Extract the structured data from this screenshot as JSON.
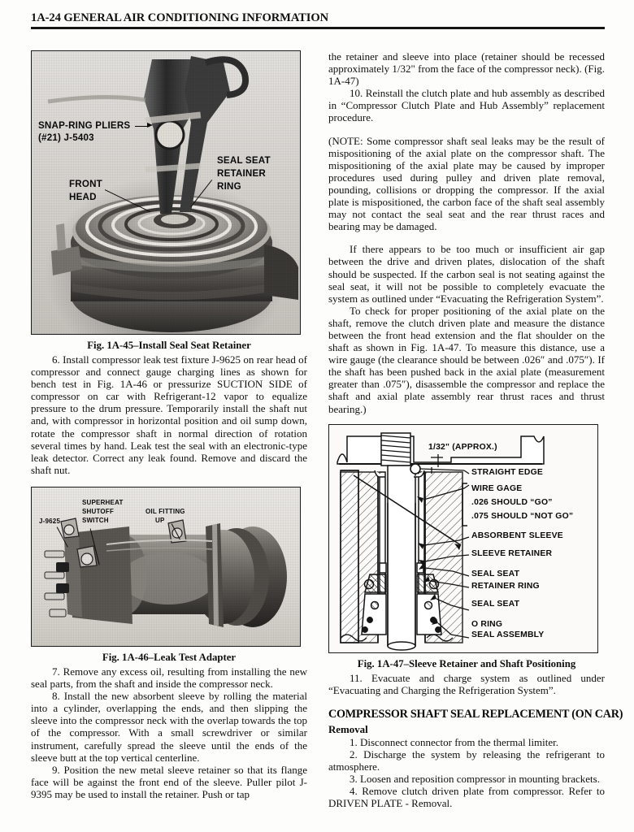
{
  "header": {
    "title": "1A-24 GENERAL AIR CONDITIONING INFORMATION"
  },
  "left_column": {
    "fig_1a45": {
      "caption": "Fig. 1A-45–Install Seal Seat Retainer",
      "labels": {
        "pliers_l1": "SNAP-RING PLIERS",
        "pliers_l2": "(#21) J-5403",
        "seal_seat_l1": "SEAL SEAT",
        "seal_seat_l2": "RETAINER",
        "seal_seat_l3": "RING",
        "front_head_l1": "FRONT",
        "front_head_l2": "HEAD"
      }
    },
    "step_6": "6. Install compressor leak test fixture J-9625 on rear head of compressor and connect gauge charging lines as shown for bench test in Fig. 1A-46 or pressurize SUCTION SIDE of compressor on car with Refrigerant-12 vapor to equalize pressure to the drum pressure. Temporarily install the shaft nut and, with compressor in horizontal position and oil sump down, rotate the compressor shaft in normal direction of rotation several times by hand. Leak test the seal with an electronic-type leak detector. Correct any leak found. Remove and discard the shaft nut.",
    "fig_1a46": {
      "caption": "Fig. 1A-46–Leak Test Adapter",
      "labels": {
        "tool": "J-9625",
        "switch_l1": "SUPERHEAT",
        "switch_l2": "SHUTOFF",
        "switch_l3": "SWITCH",
        "oil_l1": "OIL FITTING",
        "oil_l2": "UP"
      }
    },
    "step_7": "7. Remove any excess oil, resulting from installing the new seal parts, from the shaft and inside the compressor neck.",
    "step_8": "8. Install the new absorbent sleeve by rolling the material into a cylinder, overlapping the ends, and then slipping the sleeve into the compressor neck with the overlap towards the top of the compressor. With a small screwdriver or similar instrument, carefully spread the sleeve until the ends of the sleeve butt at the top vertical centerline.",
    "step_9": "9. Position the new metal sleeve retainer so that its flange face will be against the front end of the sleeve. Puller pilot J-9395 may be used to install the retainer. Push or tap"
  },
  "right_column": {
    "continuation": "the retainer and sleeve into place (retainer should be recessed approximately 1/32\" from the face of the compressor neck). (Fig. 1A-47)",
    "step_10": "10. Reinstall the clutch plate and hub assembly as described in “Compressor Clutch Plate and Hub Assembly” replacement procedure.",
    "note": "(NOTE: Some compressor shaft seal leaks may be the result of mispositioning of the axial plate on the compressor shaft. The mispositioning of the axial plate may be caused by improper procedures used during pulley and driven plate removal, pounding, collisions or dropping the compressor. If the axial plate is mispositioned, the carbon face of the shaft seal assembly may not contact the seal seat and the rear thrust races and bearing may be damaged.",
    "note_p2": "If there appears to be too much or insufficient air gap between the drive and driven plates, dislocation of the shaft should be suspected. If the carbon seal is not seating against the seal seat, it will not be possible to completely evacuate the system as outlined under “Evacuating the Refrigeration System”.",
    "note_p3": "To check for proper positioning of the axial plate on the shaft, remove the clutch driven plate and measure the distance between the front head extension and the flat shoulder on the shaft as shown in Fig. 1A-47. To measure this distance, use a wire gauge (the clearance should be between .026″ and .075″). If the shaft has been pushed back in the axial plate (measurement greater than .075″), disassemble the compressor and replace the shaft and axial plate assembly rear thrust races and thrust bearing.)",
    "fig_1a47": {
      "caption": "Fig. 1A-47–Sleeve Retainer and Shaft Positioning",
      "labels": {
        "dim": "1/32\" (APPROX.)",
        "straight_edge": "STRAIGHT EDGE",
        "wire_gage": "WIRE GAGE",
        "go": ".026 SHOULD “GO”",
        "not_go": ".075 SHOULD “NOT GO”",
        "absorbent_sleeve": "ABSORBENT SLEEVE",
        "sleeve_retainer": "SLEEVE RETAINER",
        "seal_seat_ring_l1": "SEAL SEAT",
        "seal_seat_ring_l2": "RETAINER RING",
        "seal_seat": "SEAL SEAT",
        "o_ring": "O RING",
        "seal_assembly": "SEAL ASSEMBLY"
      }
    },
    "step_11": "11. Evacuate and charge system as outlined under “Evacuating and Charging the Refrigeration System”.",
    "section_heading": "COMPRESSOR SHAFT SEAL REPLACEMENT (ON CAR)",
    "sub_heading": "Removal",
    "removal_1": "1. Disconnect connector from the thermal limiter.",
    "removal_2": "2. Discharge the system by releasing the refrigerant to atmosphere.",
    "removal_3": "3. Loosen and reposition compressor in mounting brackets.",
    "removal_4": "4. Remove clutch driven plate from compressor. Refer to DRIVEN PLATE - Removal."
  }
}
